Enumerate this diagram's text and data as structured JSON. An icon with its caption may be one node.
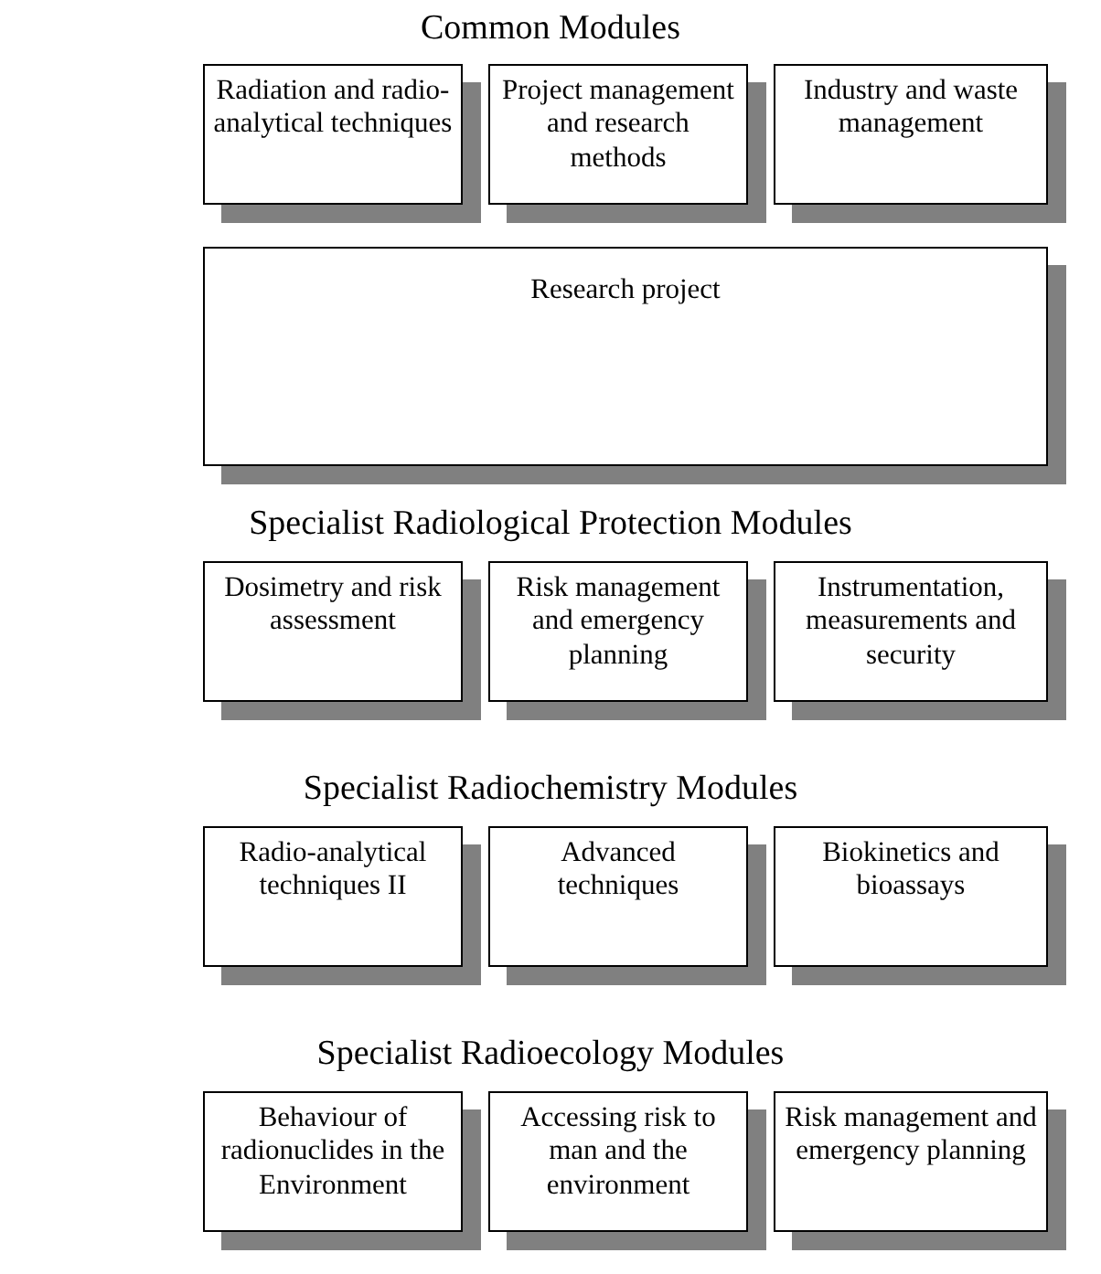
{
  "diagram": {
    "nodes": [
      {
        "text": [
          "Radiation and radio-analytical techniques"
        ]
      },
      {
        "text": [
          "Project management and research methods"
        ]
      },
      {
        "text": [
          "Industry and waste management"
        ]
      },
      {
        "text": [
          "Research project"
        ]
      },
      {
        "text": [
          "Dosimetry and risk assessment"
        ]
      },
      {
        "text": [
          "Risk management and emergency planning"
        ]
      },
      {
        "text": [
          "Instrumentation, measurements and security"
        ]
      },
      {
        "text": [
          "Radio-analytical techniques II"
        ]
      },
      {
        "text": [
          "Advanced techniques"
        ]
      },
      {
        "text": [
          "Biokinetics and bioassays"
        ]
      },
      {
        "text": [
          "Behaviour of radionuclides in the Environment"
        ]
      },
      {
        "text": [
          "Accessing risk to man and the environment"
        ]
      },
      {
        "text": [
          "Risk management and emergency planning"
        ]
      }
    ],
    "labels": [
      "Common Modules",
      "Specialist Radiological Protection Modules",
      "Specialist Radiochemistry Modules",
      "Specialist Radioecology Modules"
    ]
  }
}
